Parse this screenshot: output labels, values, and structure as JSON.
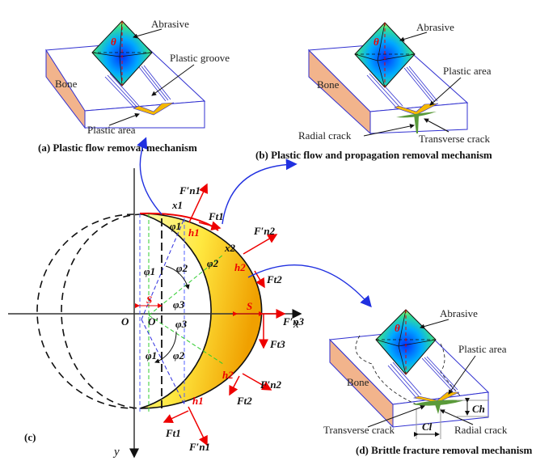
{
  "panels": {
    "a": {
      "caption": "(a) Plastic flow removal mechanism",
      "labels": {
        "abrasive": "Abrasive",
        "groove": "Plastic groove",
        "bone": "Bone",
        "plastic_area": "Plastic area",
        "theta": "θ"
      }
    },
    "b": {
      "caption": "(b) Plastic flow and propagation removal mechanism",
      "labels": {
        "abrasive": "Abrasive",
        "plastic_area": "Plastic area",
        "bone": "Bone",
        "radial": "Radial crack",
        "transverse": "Transverse crack",
        "theta": "θ"
      }
    },
    "c": {
      "caption": "(c)",
      "axes": {
        "x": "x",
        "y": "y",
        "origin": "O",
        "origin2": "O′"
      },
      "symbols": {
        "fn1": "F′n1",
        "ft1": "Ft1",
        "fn2": "F′n2",
        "ft2": "Ft2",
        "fn3": "F′n3",
        "ft3": "Ft3",
        "x1": "x1",
        "x2": "x2",
        "h1": "h1",
        "h2": "h2",
        "phi1": "φ1",
        "phi2": "φ2",
        "phi3": "φ3",
        "s": "S"
      }
    },
    "d": {
      "caption": "(d) Brittle fracture removal mechanism",
      "labels": {
        "abrasive": "Abrasive",
        "plastic_area": "Plastic area",
        "bone": "Bone",
        "transverse": "Transverse crack",
        "radial": "Radial crack",
        "ch": "Ch",
        "cl": "Cl",
        "theta": "θ"
      }
    }
  },
  "colors": {
    "bone": "#f2b48c",
    "outline": "#3030d0",
    "force": "#e00000",
    "groove": "#f5b800",
    "crack": "#5a9a3a",
    "flow_arrow": "#2030e0"
  }
}
